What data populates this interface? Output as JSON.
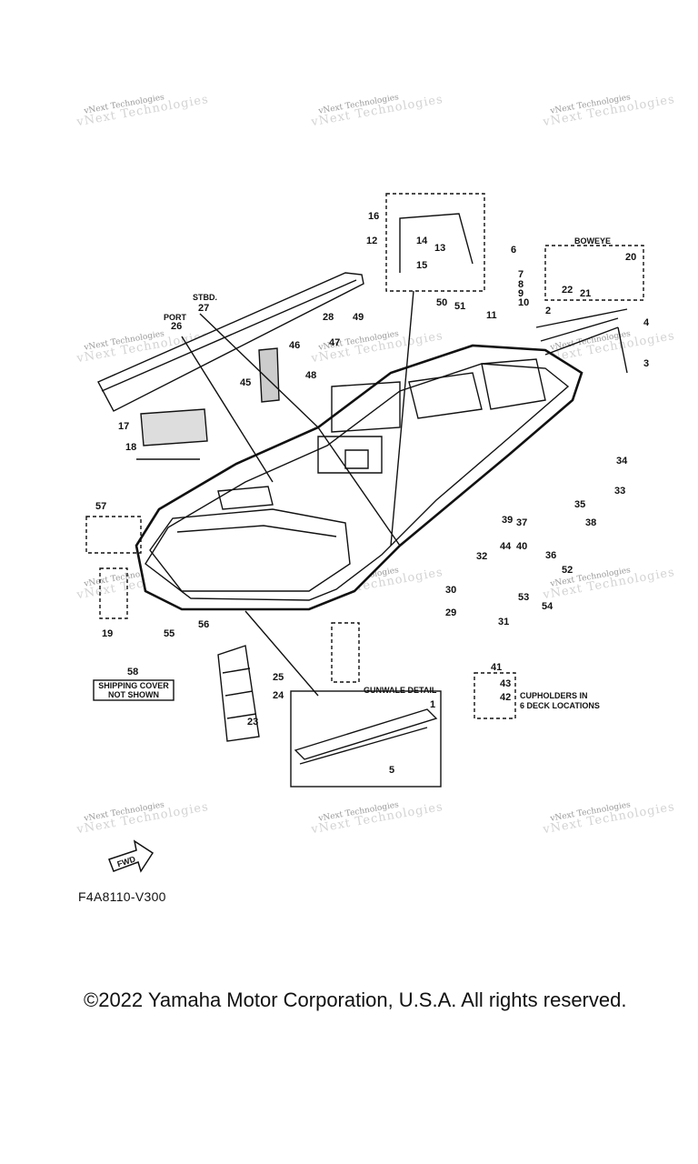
{
  "diagram": {
    "callouts": [
      "1",
      "2",
      "3",
      "4",
      "5",
      "6",
      "7",
      "8",
      "9",
      "10",
      "11",
      "12",
      "13",
      "14",
      "15",
      "16",
      "17",
      "18",
      "19",
      "20",
      "21",
      "22",
      "23",
      "24",
      "25",
      "26",
      "27",
      "28",
      "29",
      "30",
      "31",
      "32",
      "33",
      "34",
      "35",
      "36",
      "37",
      "38",
      "39",
      "40",
      "41",
      "42",
      "43",
      "44",
      "45",
      "46",
      "47",
      "48",
      "49",
      "50",
      "51",
      "52",
      "53",
      "54",
      "55",
      "56",
      "57",
      "58"
    ],
    "labels": {
      "boweye": "BOWEYE",
      "stbd": "STBD.",
      "port": "PORT",
      "gunwale_detail": "GUNWALE DETAIL",
      "shipping_cover_1": "SHIPPING COVER",
      "shipping_cover_2": "NOT SHOWN",
      "cupholders_1": "CUPHOLDERS IN",
      "cupholders_2": "6 DECK LOCATIONS",
      "fwd": "FWD"
    }
  },
  "watermark": {
    "line1": "vNext Technologies",
    "line2": "vNext Technologies"
  },
  "figure_code": "F4A8110-V300",
  "copyright": "©2022 Yamaha Motor Corporation, U.S.A. All rights reserved."
}
